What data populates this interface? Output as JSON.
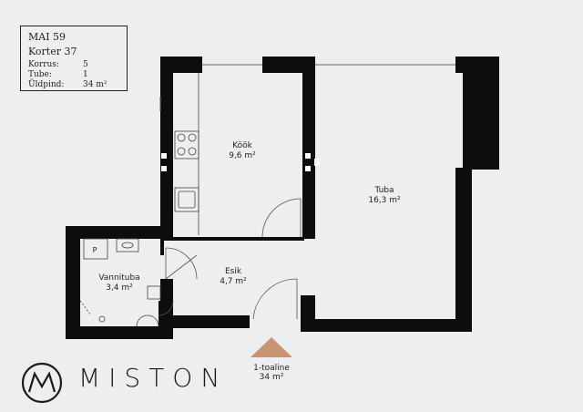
{
  "info": {
    "building": "MAI 59",
    "apartment": "Korter 37",
    "floor_label": "Korrus:",
    "floor_value": "5",
    "rooms_label": "Tube:",
    "rooms_value": "1",
    "area_label": "Üldpind:",
    "area_value": "34 m²"
  },
  "rooms": {
    "kitchen": {
      "name": "Köök",
      "area": "9,6 m²"
    },
    "living": {
      "name": "Tuba",
      "area": "16,3 m²"
    },
    "bathroom": {
      "name": "Vannituba",
      "area": "3,4 m²"
    },
    "hall": {
      "name": "Esik",
      "area": "4,7 m²"
    }
  },
  "entrance": {
    "label": "1-toaline",
    "area": "34 m²"
  },
  "fixtures": {
    "p_label": "P"
  },
  "brand": {
    "name": "MISTON"
  },
  "colors": {
    "wall": "#0d0d0d",
    "background": "#eceef0",
    "entrance_marker": "#c99470"
  }
}
